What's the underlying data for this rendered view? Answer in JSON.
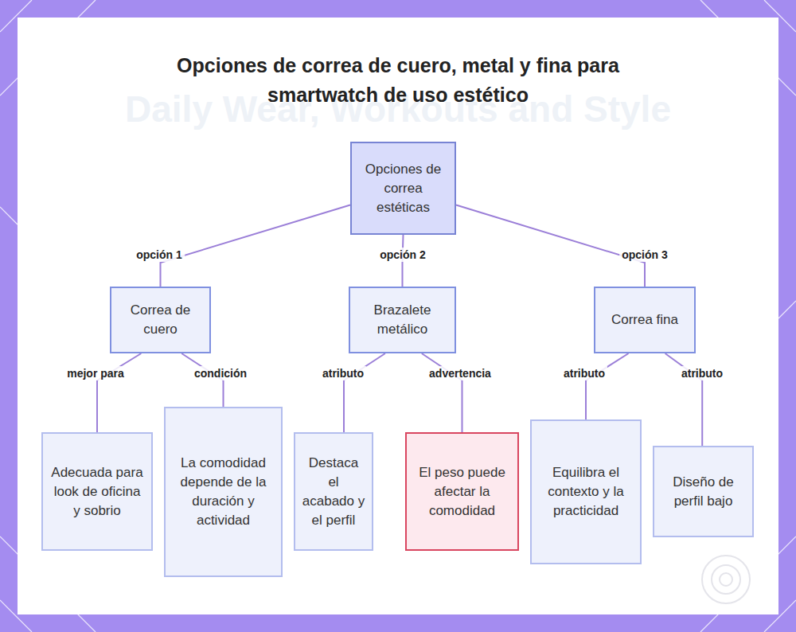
{
  "diagram": {
    "title": "Opciones de correa de cuero, metal y fina para smartwatch de uso estético",
    "nodes": [
      {
        "text": [
          "Opciones de correa estéticas"
        ]
      },
      {
        "text": [
          "Correa de cuero"
        ]
      },
      {
        "text": [
          "Brazalete metálico"
        ]
      },
      {
        "text": [
          "Correa fina"
        ]
      },
      {
        "text": [
          "Adecuada para look de oficina y sobrio"
        ]
      },
      {
        "text": [
          "La comodidad depende de la duración y actividad"
        ]
      },
      {
        "text": [
          "Destaca el acabado y el perfil"
        ]
      },
      {
        "text": [
          "El peso puede afectar la comodidad"
        ]
      },
      {
        "text": [
          "Equilibra el contexto y la practicidad"
        ]
      },
      {
        "text": [
          "Diseño de perfil bajo"
        ]
      }
    ],
    "edges": [
      {
        "from": 0,
        "to": 1,
        "label": "opción 1",
        "arrow": "none"
      },
      {
        "from": 0,
        "to": 2,
        "label": "opción 2",
        "arrow": "none"
      },
      {
        "from": 0,
        "to": 3,
        "label": "opción 3",
        "arrow": "none"
      },
      {
        "from": 1,
        "to": 4,
        "label": "mejor para",
        "arrow": "none"
      },
      {
        "from": 1,
        "to": 5,
        "label": "condición",
        "arrow": "none"
      },
      {
        "from": 2,
        "to": 6,
        "label": "atributo",
        "arrow": "none"
      },
      {
        "from": 2,
        "to": 7,
        "label": "advertencia",
        "arrow": "none"
      },
      {
        "from": 3,
        "to": 8,
        "label": "atributo",
        "arrow": "none"
      },
      {
        "from": 3,
        "to": 9,
        "label": "atributo",
        "arrow": "none"
      }
    ],
    "labels": [
      "Daily Wear, Workouts and Style"
    ]
  }
}
